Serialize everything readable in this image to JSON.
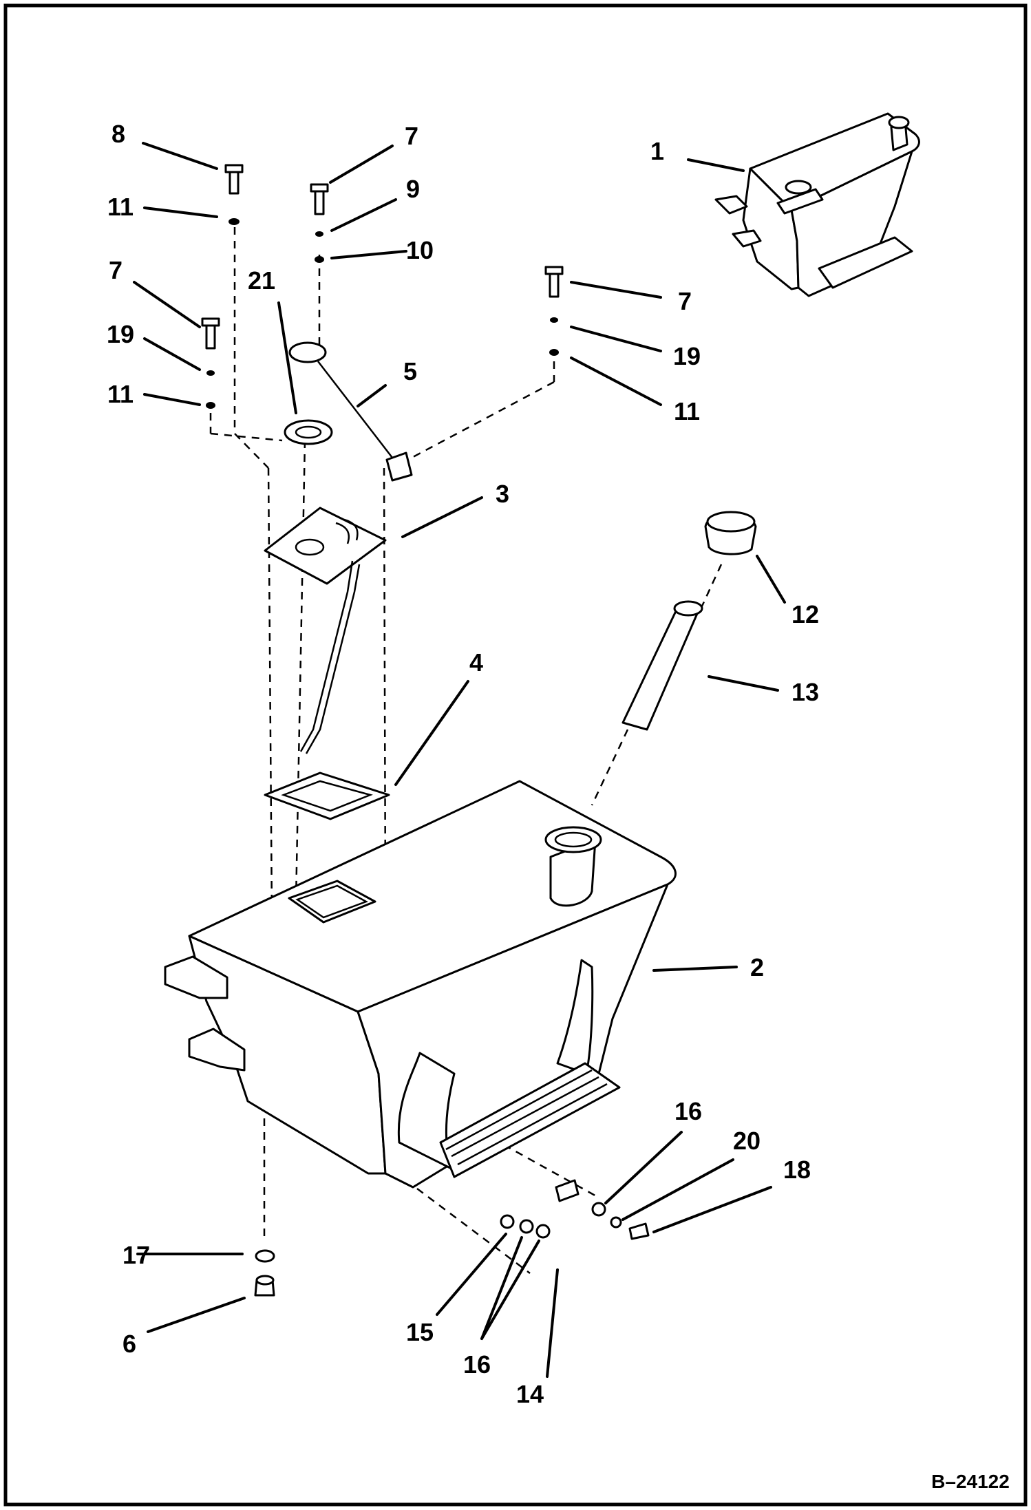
{
  "figure_id": "B–24122",
  "callouts": [
    "1",
    "2",
    "3",
    "4",
    "5",
    "6",
    "7",
    "7",
    "7",
    "8",
    "9",
    "10",
    "11",
    "11",
    "11",
    "12",
    "13",
    "14",
    "15",
    "16",
    "16",
    "17",
    "18",
    "19",
    "19",
    "20",
    "21"
  ]
}
